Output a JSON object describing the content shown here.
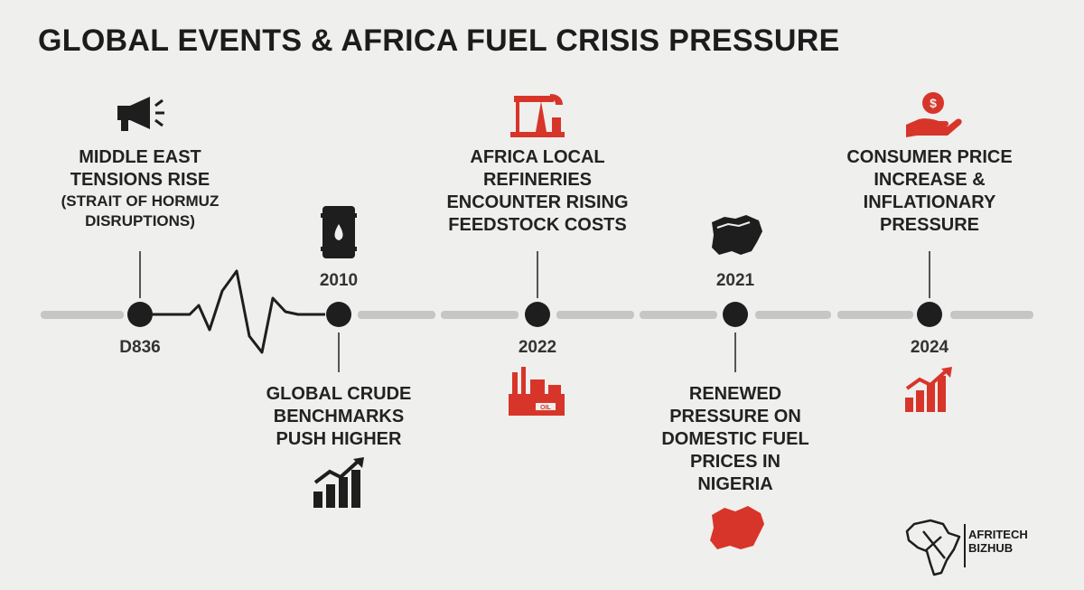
{
  "title": "GLOBAL EVENTS & AFRICA FUEL CRISIS PRESSURE",
  "events": [
    {
      "lines": [
        "MIDDLE EAST",
        "TENSIONS RISE"
      ],
      "sub": [
        "(STRAIT OF HORMUZ",
        "DISRUPTIONS)"
      ],
      "year": "D836",
      "icon": "megaphone-icon"
    },
    {
      "lines": [
        "GLOBAL CRUDE",
        "BENCHMARKS",
        "PUSH HIGHER"
      ],
      "year": "2010",
      "icon": "oil-barrel-icon"
    },
    {
      "lines": [
        "AFRICA LOCAL",
        "REFINERIES",
        "ENCOUNTER RISING",
        "FEEDSTOCK COSTS"
      ],
      "year": "2022",
      "icon": "oil-pump-icon"
    },
    {
      "lines": [
        "RENEWED",
        "PRESSURE ON",
        "DOMESTIC FUEL",
        "PRICES IN",
        "NIGERIA"
      ],
      "year": "2021",
      "icon": "nigeria-map-icon"
    },
    {
      "lines": [
        "CONSUMER PRICE",
        "INCREASE &",
        "INFLATIONARY",
        "PRESSURE"
      ],
      "year": "2024",
      "icon": "money-hand-icon"
    }
  ],
  "logo": {
    "line1": "AFRITECH",
    "line2": "BIZHUB"
  },
  "colors": {
    "accent": "#d8352a",
    "dark": "#1e1e1e",
    "track": "#c4c4c4"
  }
}
